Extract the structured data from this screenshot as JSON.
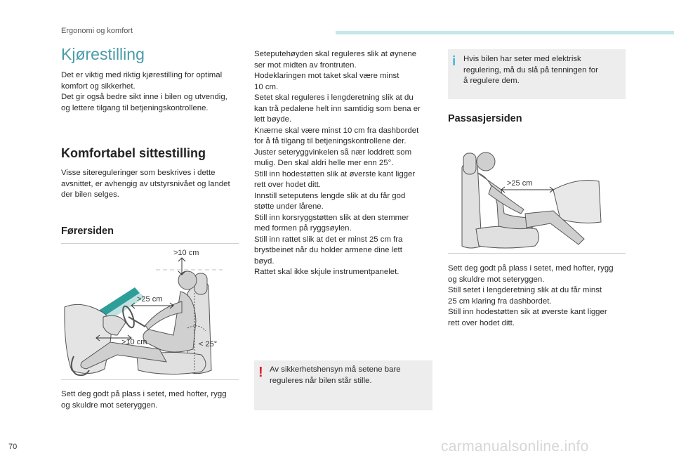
{
  "header": {
    "section": "Ergonomi og komfort",
    "accent": "#c5e8ea"
  },
  "page_title": "Kjørestilling",
  "col1": {
    "intro": "Det er viktig med riktig kjørestilling for optimal\nkomfort og sikkerhet.\nDet gir også bedre sikt inne i bilen og utvendig,\nog lettere tilgang til betjeningskontrollene.",
    "heading": "Komfortabel sittestilling",
    "heading_text": "Visse sitereguleringer som beskrives i dette\navsnittet, er avhengig av utstyrsnivået og landet\nder bilen selges.",
    "driver_heading": "Førersiden",
    "figure_labels": {
      "top": ">10 cm",
      "middle": ">25 cm",
      "knee": ">10 cm",
      "angle": "< 25°"
    },
    "caption": "Sett deg godt på plass i setet, med hofter, rygg\nog skuldre mot seteryggen."
  },
  "col2": {
    "text": "Seteputehøyden skal reguleres slik at øynene\nser mot midten av frontruten.\nHodeklaringen mot taket skal være minst\n10 cm.\nSetet skal reguleres i lengderetning slik at du\nkan trå pedalene helt inn samtidig som bena er\nlett bøyde.\nKnærne skal være minst 10 cm fra dashbordet\nfor å få tilgang til betjeningskontrollene der.\nJuster seteryggvinkelen så nær loddrett som\nmulig. Den skal aldri helle mer enn 25°.\nStill inn hodestøtten slik at øverste kant ligger\nrett over hodet ditt.\nInnstill seteputens lengde slik at du får god\nstøtte under lårene.\nStill inn korsryggstøtten slik at den stemmer\nmed formen på ryggsøylen.\nStill inn rattet slik at det er minst 25 cm fra\nbrystbeinet når du holder armene dine lett\nbøyd.\nRattet skal ikke skjule instrumentpanelet.",
    "warning": "Av sikkerhetshensyn må setene bare\nreguleres når bilen står stille.",
    "warning_icon": "!",
    "warning_color": "#e01b24"
  },
  "col3": {
    "info": "Hvis bilen har seter med elektrisk\nregulering, må du slå på tenningen for\nå regulere dem.",
    "info_icon": "i",
    "info_color": "#4bb4e0",
    "passenger_heading": "Passasjersiden",
    "figure_label": ">25 cm",
    "caption": "Sett deg godt på plass i setet, med hofter, rygg\nog skuldre mot seteryggen.\nStill setet i lengderetning slik at du får minst\n25 cm klaring fra dashbordet.\nStill inn hodestøtten sik at øverste kant ligger\nrett over hodet ditt."
  },
  "footer": {
    "page_number": "70",
    "watermark": "carmanualsonline.info"
  }
}
